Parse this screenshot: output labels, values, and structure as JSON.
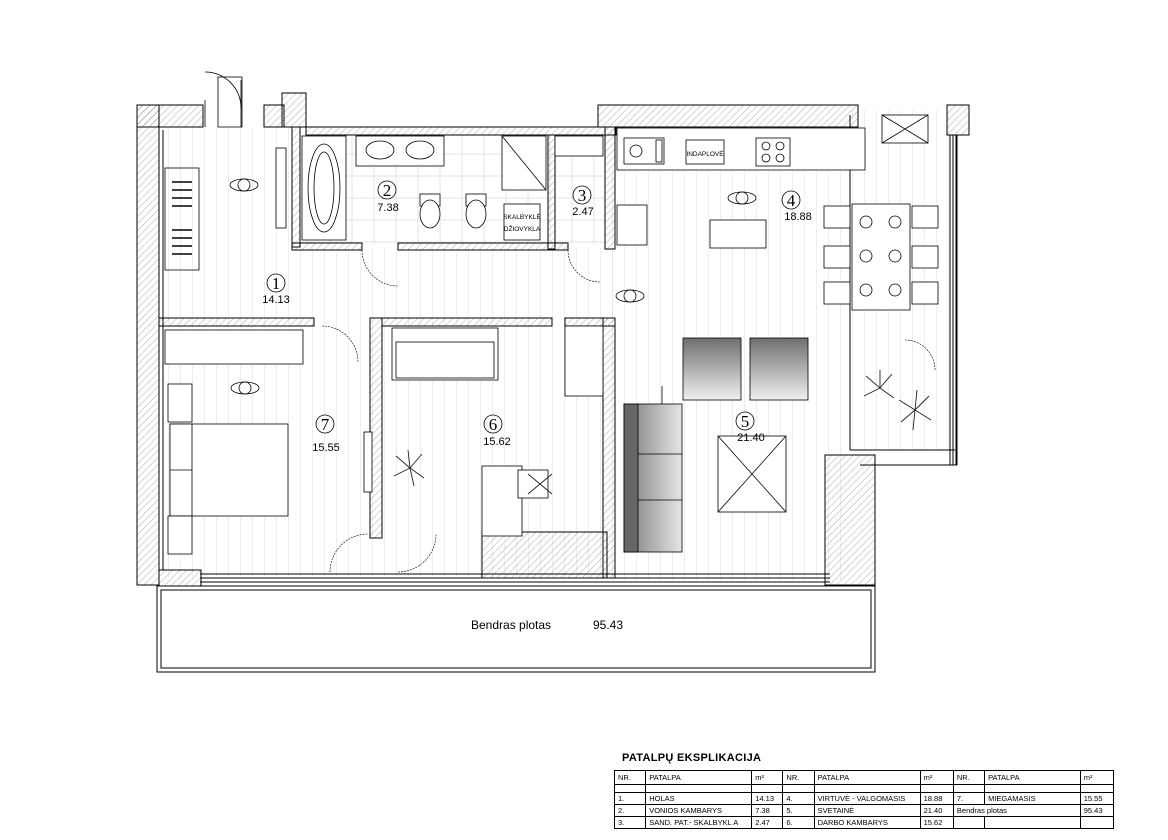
{
  "rooms": [
    {
      "num": "1",
      "area": "14.13"
    },
    {
      "num": "2",
      "area": "7.38"
    },
    {
      "num": "3",
      "area": "2.47"
    },
    {
      "num": "4",
      "area": "18.88"
    },
    {
      "num": "5",
      "area": "21.40"
    },
    {
      "num": "6",
      "area": "15.62"
    },
    {
      "num": "7",
      "area": "15.55"
    }
  ],
  "labels": {
    "laundry_line1": "SKALBYKLĖ",
    "laundry_line2": "DŽIOVYKLA",
    "dishwasher": "INDAPLOVĖ"
  },
  "total": {
    "label": "Bendras plotas",
    "value": "95.43"
  },
  "legend": {
    "title": "PATALPŲ  EKSPLIKACIJA",
    "headers": {
      "nr": "NR.",
      "patalpa": "PATALPA",
      "m2": "m²"
    },
    "rows": [
      [
        "1.",
        "HOLAS",
        "14.13",
        "4.",
        "VIRTUVĖ - VALGOMASIS",
        "18.88",
        "7.",
        "MIEGAMASIS",
        "15.55"
      ],
      [
        "2.",
        "VONIOS KAMBARYS",
        "7.38",
        "5.",
        "SVETAINĖ",
        "21.40",
        "Bendras plotas",
        "",
        "95.43"
      ],
      [
        "3.",
        "SAND. PAT.- SKALBYKL A",
        "2.47",
        "6.",
        "DARBO KAMBARYS",
        "15.62",
        "",
        "",
        ""
      ]
    ]
  }
}
